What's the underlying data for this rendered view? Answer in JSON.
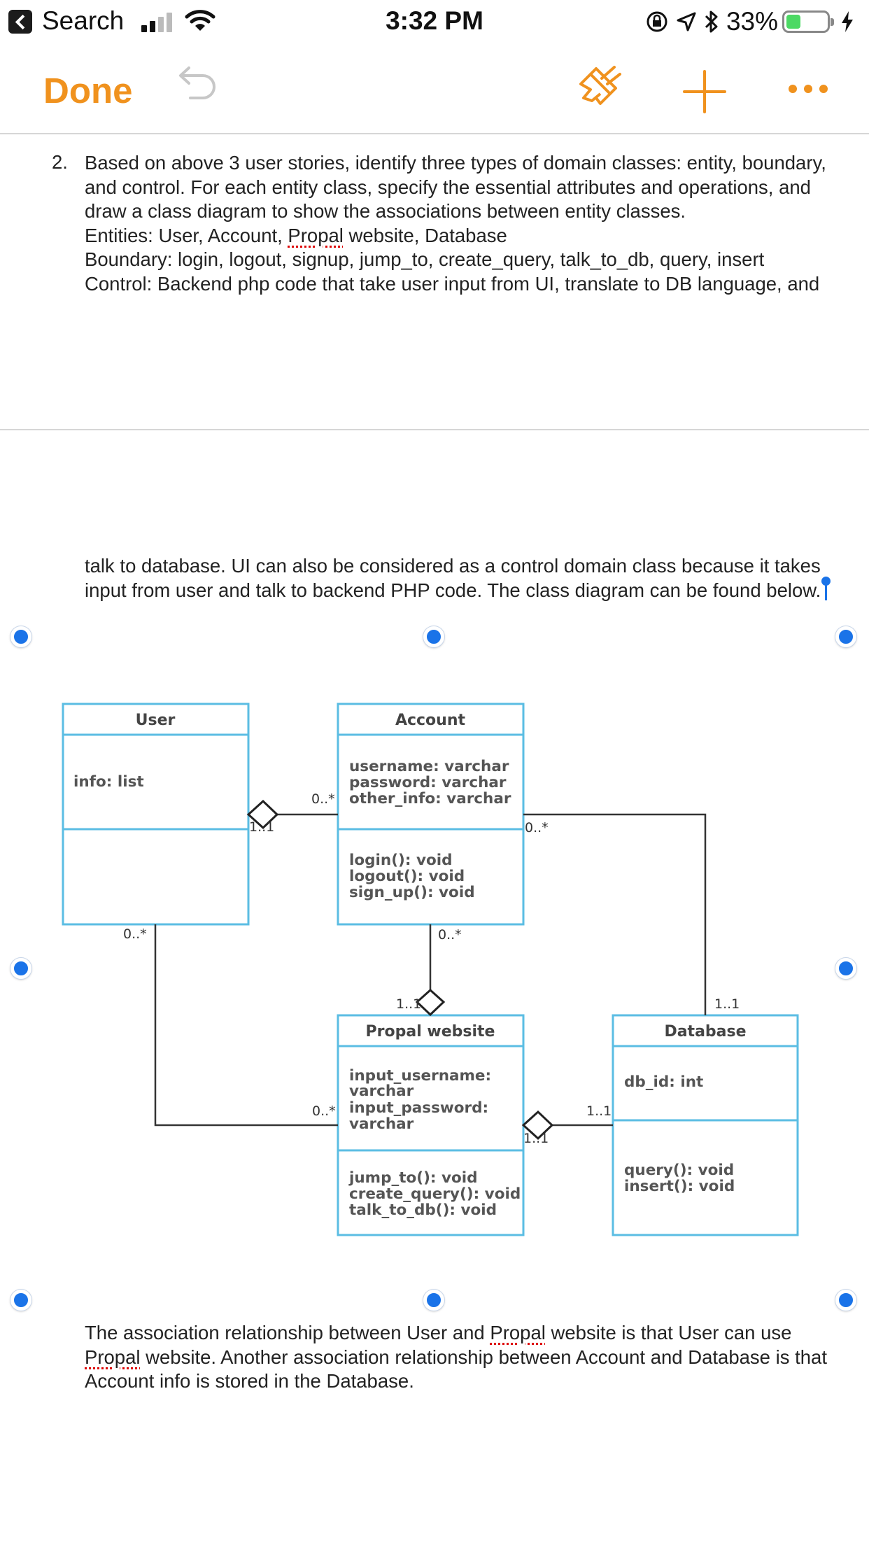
{
  "status_bar": {
    "back_label": "Search",
    "time": "3:32 PM",
    "battery_percent": "33%",
    "battery_level": 0.33,
    "icons": [
      "signal-bars-icon",
      "wifi-icon",
      "rotation-lock-icon",
      "location-arrow-icon",
      "bluetooth-icon",
      "battery-icon",
      "charging-bolt-icon"
    ]
  },
  "toolbar": {
    "done_label": "Done",
    "icons": [
      "undo-icon",
      "format-brush-icon",
      "plus-icon",
      "more-icon"
    ],
    "accent_color": "#f0921e"
  },
  "document": {
    "list_number": "2.",
    "question_lines": [
      "Based on above 3 user stories, identify three types of domain classes: entity, boundary,",
      "and control. For each entity class, specify the essential attributes and operations, and",
      "draw a class diagram to show the associations between entity classes."
    ],
    "entities_line": {
      "before": "Entities: User, Account, ",
      "misspelled": "Propal",
      "after": " website, Database"
    },
    "boundary_line": "Boundary: login, logout, signup, jump_to, create_query, talk_to_db, query, insert",
    "control_line": "Control: Backend php code that take user input from UI, translate to DB language, and",
    "continuation_lines": [
      "talk to database. UI can also be considered as a control domain class because it takes",
      "input from user and talk to backend PHP code. The class diagram can be found below."
    ],
    "closing": {
      "line1_before": "The association relationship between User and ",
      "line1_misspelled": "Propal",
      "line1_after": " website is that User can use",
      "line2_misspelled": "Propal",
      "line2_after": " website. Another association relationship between Account and Database is that",
      "line3": "Account info is stored in the Database."
    }
  },
  "diagram": {
    "classes": {
      "user": {
        "name": "User",
        "attributes": [
          "info: list"
        ],
        "operations": []
      },
      "account": {
        "name": "Account",
        "attributes": [
          "username: varchar",
          "password: varchar",
          "other_info: varchar"
        ],
        "operations": [
          "login(): void",
          "logout(): void",
          "sign_up(): void"
        ]
      },
      "propal": {
        "name": "Propal website",
        "attributes": [
          "input_username:",
          "varchar",
          "input_password:",
          "varchar"
        ],
        "operations": [
          "jump_to(): void",
          "create_query(): void",
          "talk_to_db(): void"
        ]
      },
      "database": {
        "name": "Database",
        "attributes": [
          "db_id: int"
        ],
        "operations": [
          "query(): void",
          "insert(): void"
        ]
      }
    },
    "multiplicities": {
      "user_account_user_end": "1..1",
      "user_account_account_end": "0..*",
      "account_database_account_end": "0..*",
      "account_database_database_end": "1..1",
      "account_propal_account_end": "0..*",
      "account_propal_propal_end": "1..1",
      "user_propal_user_end": "0..*",
      "user_propal_propal_end": "0..*",
      "propal_database_propal_end": "1..1",
      "propal_database_database_end": "1..1"
    },
    "box_border_color": "#5bbde3"
  },
  "colors": {
    "selection_handle": "#1a73e8",
    "text": "#222222",
    "spelling_underline": "#dd0000"
  }
}
